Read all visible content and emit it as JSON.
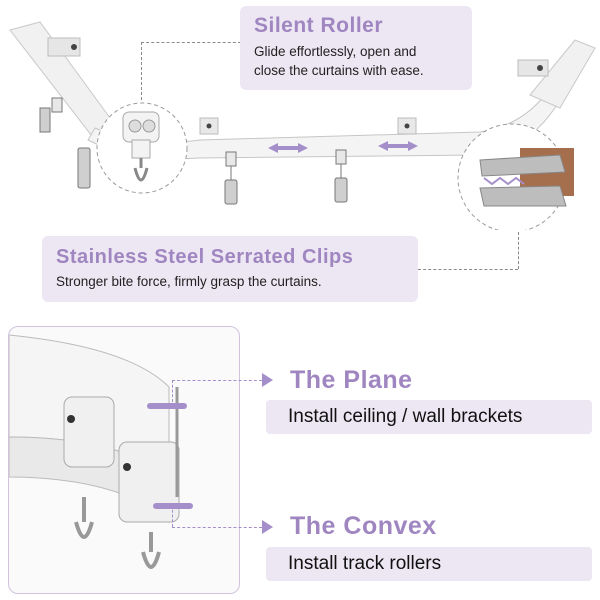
{
  "colors": {
    "accent": "#9f86c0",
    "callout_bg": "#ede6f3",
    "arrow": "#a58fcb"
  },
  "silent_roller": {
    "title": "Silent Roller",
    "desc_line1": "Glide effortlessly, open and",
    "desc_line2": "close the curtains with ease."
  },
  "clips": {
    "title": "Stainless Steel Serrated Clips",
    "desc": "Stronger bite force, firmly grasp the curtains."
  },
  "plane": {
    "title": "The Plane",
    "desc": "Install ceiling / wall brackets"
  },
  "convex": {
    "title": "The Convex",
    "desc": "Install track rollers"
  }
}
